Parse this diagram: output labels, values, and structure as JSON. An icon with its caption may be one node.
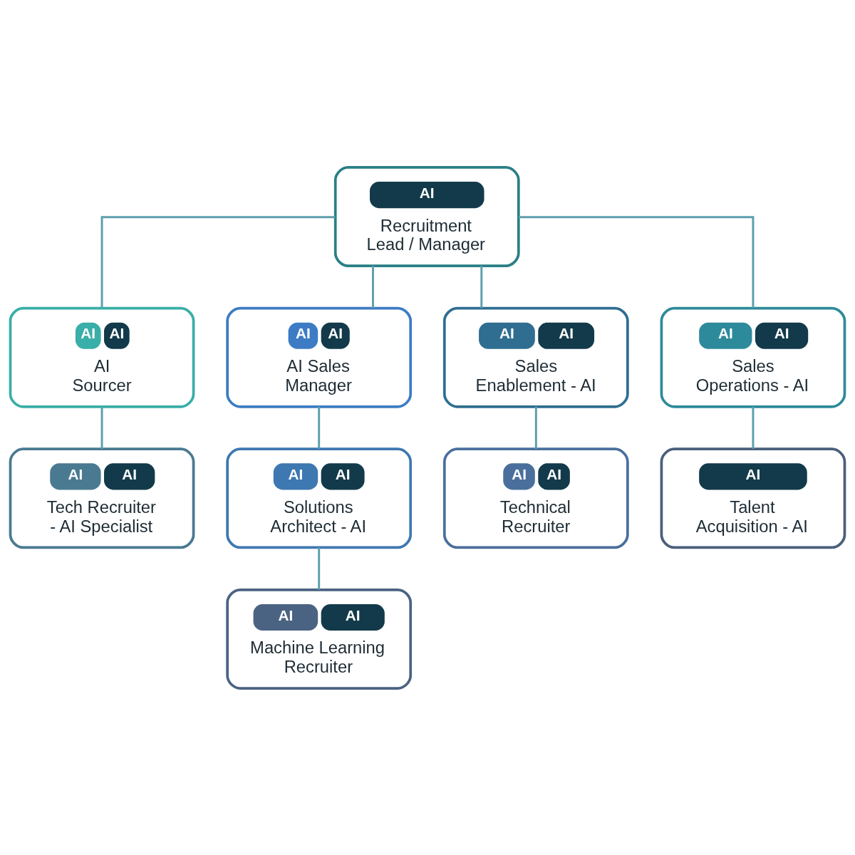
{
  "diagram": {
    "nodes": [
      {
        "text": [
          "AI",
          "Recruitment Lead / Manager"
        ]
      },
      {
        "text": [
          "AI",
          "AI",
          "AI Sourcer"
        ]
      },
      {
        "text": [
          "AI",
          "AI",
          "AI Sales Manager"
        ]
      },
      {
        "text": [
          "AI",
          "AI",
          "Sales Enablement - AI"
        ]
      },
      {
        "text": [
          "AI",
          "AI",
          "Sales Operations - AI"
        ]
      },
      {
        "text": [
          "AI",
          "AI",
          "Tech Recruiter - AI Specialist"
        ]
      },
      {
        "text": [
          "AI",
          "AI",
          "Solutions Architect - AI"
        ]
      },
      {
        "text": [
          "AI",
          "AI",
          "Technical Recruiter"
        ]
      },
      {
        "text": [
          "AI",
          "Talent Acquisition - AI"
        ]
      },
      {
        "text": [
          "AI",
          "AI",
          "Machine Learning Recruiter"
        ]
      }
    ],
    "edges": [
      {
        "from": 0,
        "to": 1,
        "arrow": "none"
      },
      {
        "from": 0,
        "to": 2,
        "arrow": "none"
      },
      {
        "from": 0,
        "to": 3,
        "arrow": "none"
      },
      {
        "from": 0,
        "to": 4,
        "arrow": "none"
      },
      {
        "from": 1,
        "to": 5,
        "arrow": "none"
      },
      {
        "from": 2,
        "to": 6,
        "arrow": "none"
      },
      {
        "from": 3,
        "to": 7,
        "arrow": "none"
      },
      {
        "from": 4,
        "to": 8,
        "arrow": "none"
      },
      {
        "from": 6,
        "to": 9,
        "arrow": "none"
      }
    ]
  }
}
